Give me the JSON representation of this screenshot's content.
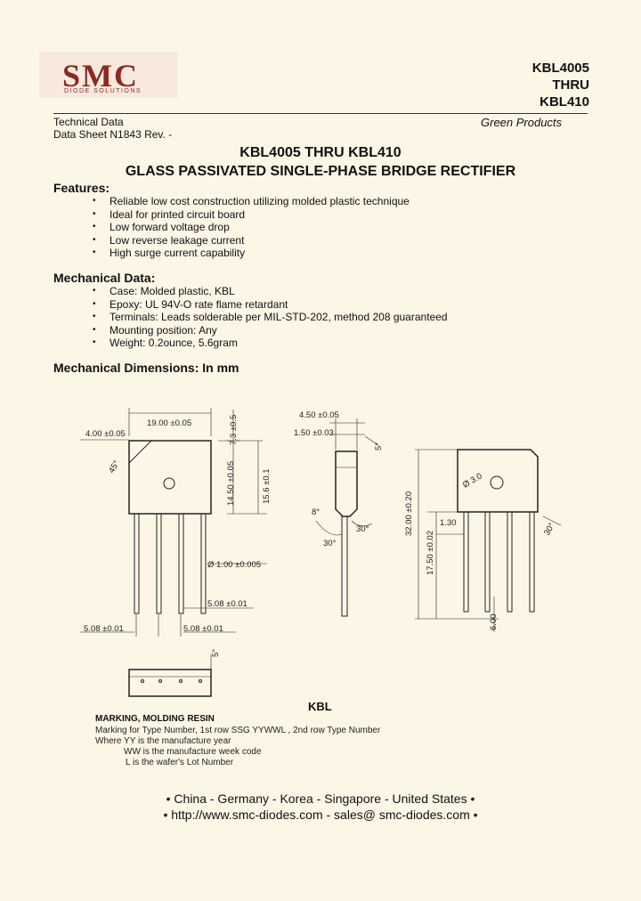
{
  "header": {
    "logo": "SMC",
    "logo_tagline": "DIODE SOLUTIONS",
    "part_first": "KBL4005",
    "part_thru": "THRU",
    "part_last": "KBL410",
    "tech_data": "Technical Data",
    "datasheet": "Data Sheet N1843 Rev. -",
    "green": "Green Products"
  },
  "title": {
    "line1": "KBL4005 THRU KBL410",
    "line2": "GLASS PASSIVATED SINGLE-PHASE BRIDGE RECTIFIER"
  },
  "features": {
    "heading": "Features:",
    "items": [
      "Reliable low cost construction utilizing molded plastic technique",
      "Ideal for printed circuit board",
      "Low forward voltage drop",
      "Low reverse leakage current",
      "High surge current capability"
    ]
  },
  "mechanical": {
    "heading": "Mechanical Data:",
    "items": [
      "Case: Molded plastic, KBL",
      "Epoxy: UL 94V-O rate flame retardant",
      "Terminals: Leads solderable per MIL-STD-202, method 208 guaranteed",
      "Mounting position: Any",
      "Weight: 0.2ounce, 5.6gram"
    ]
  },
  "dimensions": {
    "heading": "Mechanical Dimensions: In mm",
    "package": "KBL",
    "labels": {
      "w19": "19.00 ±0.05",
      "w4": "4.00 ±0.05",
      "h73": "7.3 ±0.5",
      "h145": "14.50 ±0.05",
      "h156": "15.6 ±0.1",
      "chamfer": "45°",
      "lead_dia": "Ø 1.00 ±0.005",
      "p508a": "5.08 ±0.01",
      "p508b": "5.08 ±0.01",
      "p508c": "5.08 ±0.01",
      "t450": "4.50 ±0.05",
      "t150": "1.50 ±0.03",
      "a5": "5°",
      "a8": "8°",
      "a30": "30°",
      "a30b": "30°",
      "hole": "Ø 3.0",
      "h32": "32.00 ±0.20",
      "h175": "17.50 ±0.02",
      "s130": "1.30",
      "a30c": "30°",
      "s600": "6.00",
      "a5b": "5°"
    }
  },
  "marking": {
    "heading": "MARKING, MOLDING RESIN",
    "line1": "Marking for Type Number, 1st row SSG YYWWL , 2nd row Type Number",
    "line2": "Where YY is the manufacture year",
    "line3": "WW is the manufacture week code",
    "line4": "L is the wafer's Lot Number"
  },
  "footer": {
    "countries": "• China  -  Germany  -  Korea  -  Singapore  -  United States •",
    "contact": "• http://www.smc-diodes.com  -  sales@ smc-diodes.com •"
  }
}
